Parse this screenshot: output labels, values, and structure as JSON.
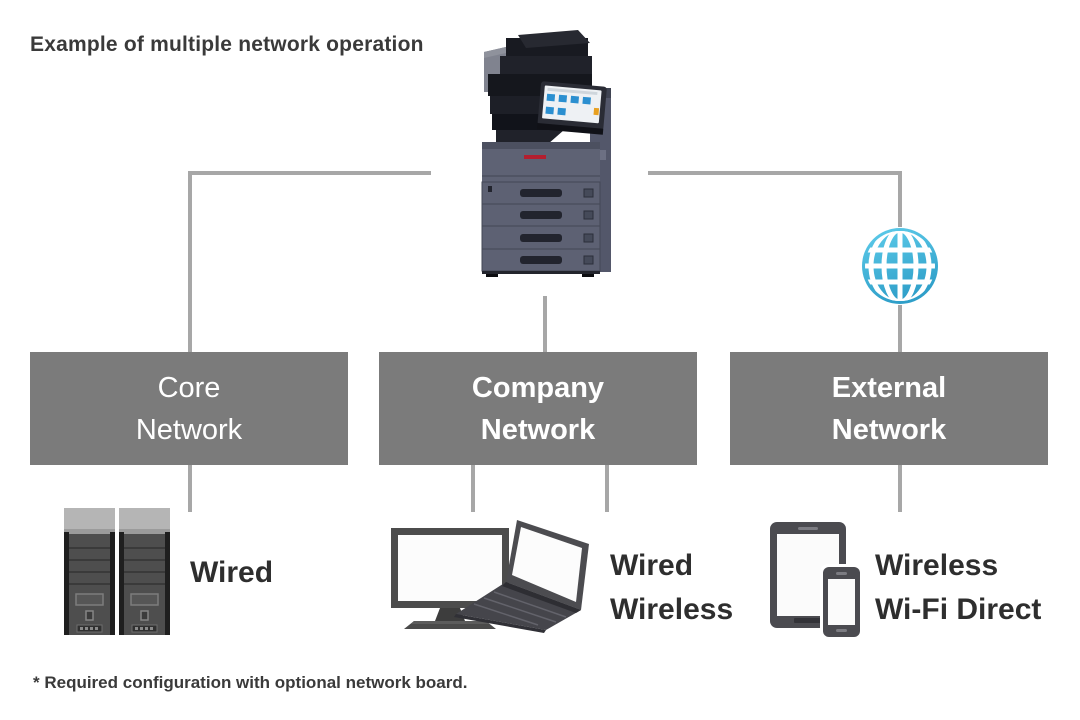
{
  "title": "Example of multiple network operation",
  "footnote": "* Required configuration with optional network board.",
  "printer": {
    "icon": "multifunction-printer-icon"
  },
  "internet": {
    "icon": "globe-icon"
  },
  "networks": [
    {
      "id": "core",
      "line1": "Core",
      "line2": "Network",
      "connections": [
        "Wired"
      ],
      "device_icon": "server-towers-icon"
    },
    {
      "id": "company",
      "line1": "Company",
      "line2": "Network",
      "connections": [
        "Wired",
        "Wireless"
      ],
      "device_icon": "desktop-laptop-icon"
    },
    {
      "id": "external",
      "line1": "External",
      "line2": "Network",
      "connections": [
        "Wireless",
        "Wi-Fi Direct"
      ],
      "device_icon": "tablet-smartphone-icon"
    }
  ],
  "colors": {
    "box_gray": "#7b7b7b",
    "connector_gray": "#a7a7a7",
    "text_dark": "#3a3a3a",
    "box_text": "#ffffff",
    "label_dark": "#2e2e2e",
    "globe_cyan": "#41b2d7",
    "device_gray": "#4c4c4c",
    "printer_body": "#5e6274",
    "brand_red": "#b41f2f"
  }
}
